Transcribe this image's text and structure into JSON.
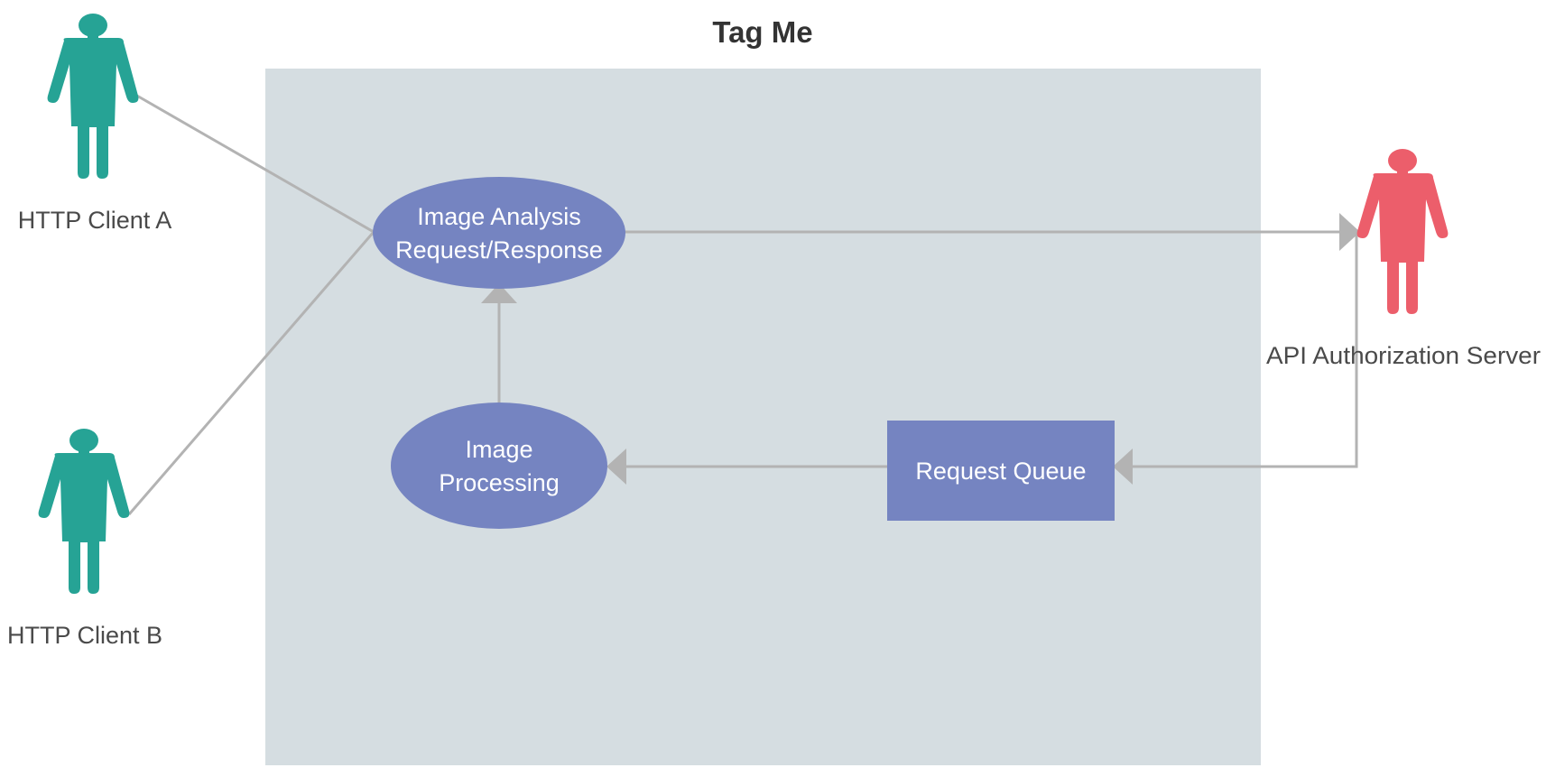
{
  "diagram": {
    "title": "Tag Me",
    "actors": {
      "client_a": {
        "label": "HTTP Client A",
        "color": "#26a395"
      },
      "client_b": {
        "label": "HTTP Client B",
        "color": "#26a395"
      },
      "auth_server": {
        "label": "API Authorization Server",
        "color": "#ec5e6b"
      }
    },
    "nodes": {
      "analysis": {
        "line1": "Image Analysis",
        "line2": "Request/Response"
      },
      "processing": {
        "line1": "Image",
        "line2": "Processing"
      },
      "queue": {
        "label": "Request Queue"
      }
    },
    "colors": {
      "system_boundary": "#d5dde1",
      "node_fill": "#7584c1",
      "connector": "#b3b3b3"
    }
  }
}
